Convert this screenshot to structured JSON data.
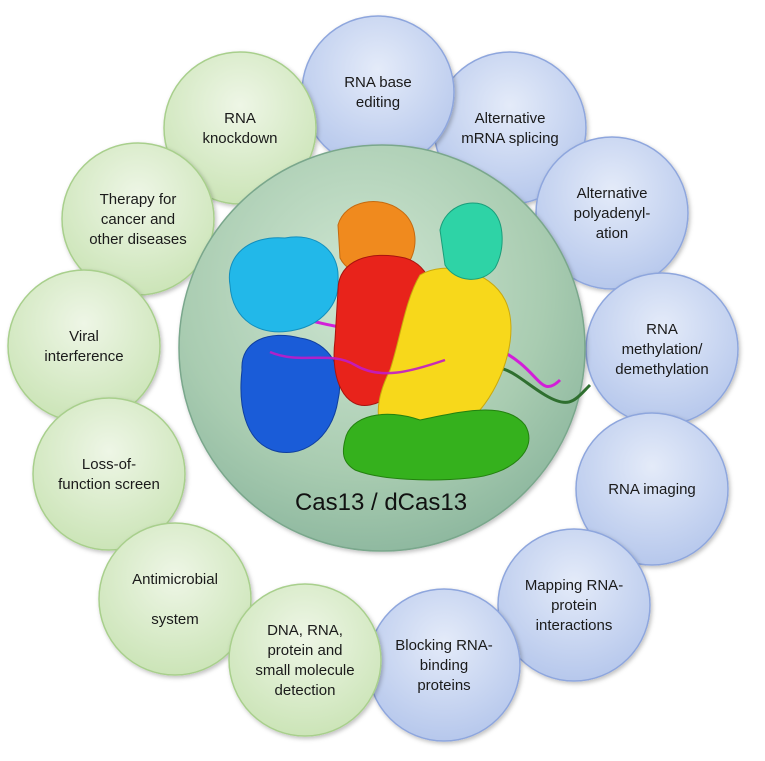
{
  "center": {
    "label": "Cas13 / dCas13"
  },
  "applications": [
    {
      "id": "rna-base-editing",
      "lines": [
        "RNA base",
        "editing"
      ],
      "group": "blue"
    },
    {
      "id": "alternative-mrna-splicing",
      "lines": [
        "Alternative",
        "mRNA splicing"
      ],
      "group": "blue"
    },
    {
      "id": "alternative-polyadenylation",
      "lines": [
        "Alternative",
        "polyadenyl-",
        "ation"
      ],
      "group": "blue"
    },
    {
      "id": "rna-methylation",
      "lines": [
        "RNA",
        "methylation/",
        "demethylation"
      ],
      "group": "blue"
    },
    {
      "id": "rna-imaging",
      "lines": [
        "RNA imaging"
      ],
      "group": "blue"
    },
    {
      "id": "mapping-rna-protein",
      "lines": [
        "Mapping RNA-",
        "protein",
        "interactions"
      ],
      "group": "blue"
    },
    {
      "id": "blocking-rna-binding",
      "lines": [
        "Blocking RNA-",
        "binding",
        "proteins"
      ],
      "group": "blue"
    },
    {
      "id": "detection",
      "lines": [
        "DNA, RNA,",
        "protein and",
        "small molecule",
        "detection"
      ],
      "group": "green"
    },
    {
      "id": "antimicrobial",
      "lines": [
        "Antimicrobial",
        "",
        "system"
      ],
      "group": "green"
    },
    {
      "id": "loss-of-function",
      "lines": [
        "Loss-of-",
        "function screen"
      ],
      "group": "green"
    },
    {
      "id": "viral-interference",
      "lines": [
        "Viral",
        "interference"
      ],
      "group": "green"
    },
    {
      "id": "therapy",
      "lines": [
        "Therapy for",
        "cancer and",
        "other diseases"
      ],
      "group": "green"
    },
    {
      "id": "rna-knockdown",
      "lines": [
        "RNA",
        "knockdown"
      ],
      "group": "green"
    }
  ],
  "colors": {
    "blue_fill_light": "#dbe4f7",
    "blue_fill_dark": "#a9bde8",
    "blue_stroke": "#8ea6dd",
    "green_fill_light": "#e6f2dc",
    "green_fill_dark": "#c4e0ae",
    "green_stroke": "#a8cf8c",
    "center_light": "#b9d8be",
    "center_dark": "#6f9f86",
    "protein_cyan": "#1fb6e8",
    "protein_blue": "#1656d6",
    "protein_orange": "#f08a1e",
    "protein_red": "#e8201a",
    "protein_yellow": "#f6d81a",
    "protein_green": "#34b01c",
    "protein_teal": "#2ed3a6",
    "rna_magenta": "#d21fd8"
  }
}
